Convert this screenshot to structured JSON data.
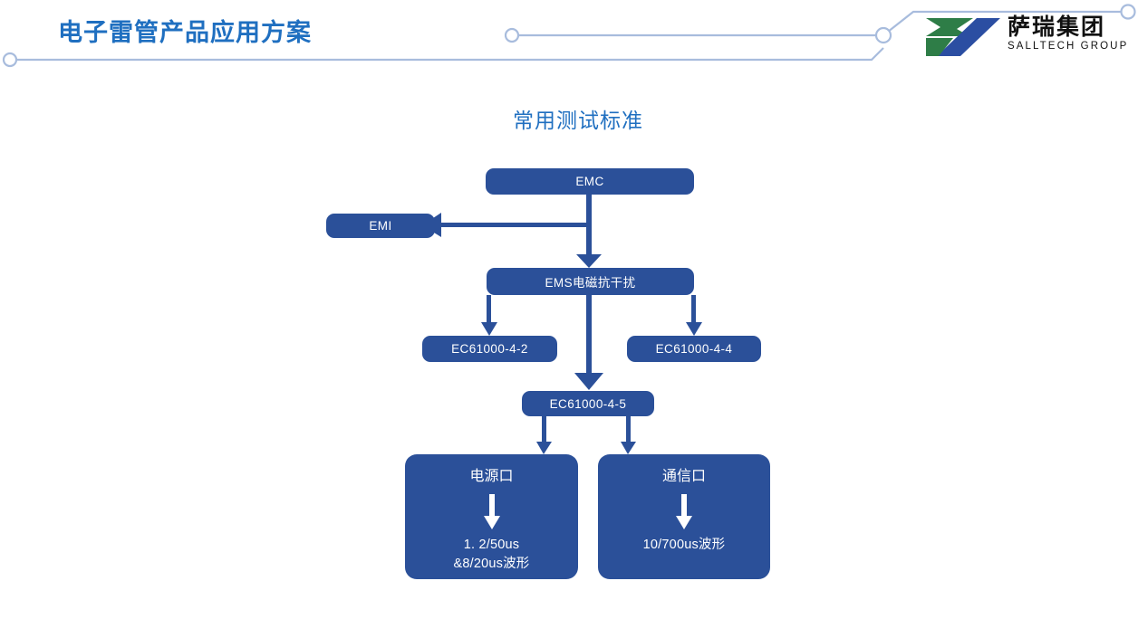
{
  "header": {
    "title": "电子雷管产品应用方案",
    "accent_color": "#1F6FC0",
    "line_color": "#A8BCDD",
    "logo": {
      "name_cn": "萨瑞集团",
      "name_en": "SALLTECH GROUP",
      "mark_green": "#2E7D47",
      "mark_blue": "#2B4EA2"
    }
  },
  "section": {
    "heading": "常用测试标准"
  },
  "chart_data": {
    "type": "diagram",
    "title": "常用测试标准",
    "node_color": "#2B5099",
    "connector_color": "#2B5099",
    "nodes": [
      {
        "id": "emc",
        "label": "EMC"
      },
      {
        "id": "emi",
        "label": "EMI"
      },
      {
        "id": "ems",
        "label": "EMS电磁抗干扰"
      },
      {
        "id": "ec442",
        "label": "EC61000-4-2"
      },
      {
        "id": "ec444",
        "label": "EC61000-4-4"
      },
      {
        "id": "ec445",
        "label": "EC61000-4-5"
      },
      {
        "id": "power",
        "head": "电源口",
        "line1": "1. 2/50us",
        "line2": "&8/20us波形"
      },
      {
        "id": "comm",
        "head": "通信口",
        "line1": "10/700us波形",
        "line2": ""
      }
    ],
    "edges": [
      {
        "from": "emc",
        "to": "emi",
        "direction": "left"
      },
      {
        "from": "emc",
        "to": "ems",
        "direction": "down"
      },
      {
        "from": "ems",
        "to": "ec442",
        "direction": "down"
      },
      {
        "from": "ems",
        "to": "ec444",
        "direction": "down"
      },
      {
        "from": "ems",
        "to": "ec445",
        "direction": "down"
      },
      {
        "from": "ec445",
        "to": "power",
        "direction": "down"
      },
      {
        "from": "ec445",
        "to": "comm",
        "direction": "down"
      }
    ]
  }
}
